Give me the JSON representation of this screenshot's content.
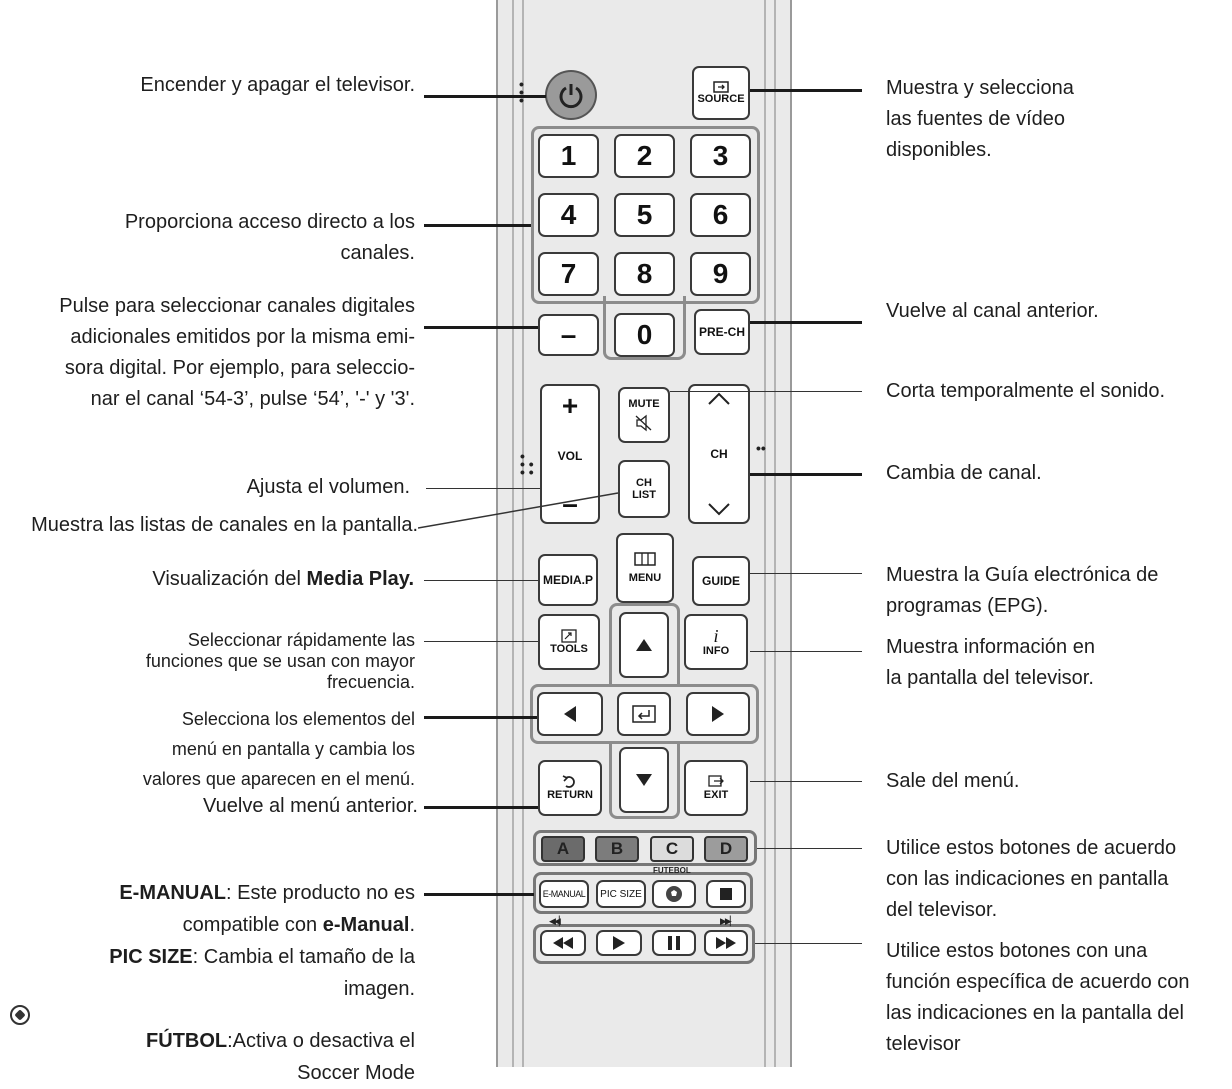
{
  "remote": {
    "source": "SOURCE",
    "digits": [
      "1",
      "2",
      "3",
      "4",
      "5",
      "6",
      "7",
      "8",
      "9",
      "0"
    ],
    "dash": "–",
    "prech": "PRE-CH",
    "mute": "MUTE",
    "vol": "VOL",
    "vol_plus": "+",
    "vol_minus": "–",
    "ch": "CH",
    "ch_list_1": "CH",
    "ch_list_2": "LIST",
    "media": "MEDIA.P",
    "menu": "MENU",
    "guide": "GUIDE",
    "tools": "TOOLS",
    "info": "INFO",
    "info_i": "i",
    "return": "RETURN",
    "exit": "EXIT",
    "colors": [
      {
        "label": "A",
        "fill": "#6b6b6b"
      },
      {
        "label": "B",
        "fill": "#7c7c7c"
      },
      {
        "label": "C",
        "fill": "#dcdcdc"
      },
      {
        "label": "D",
        "fill": "#9c9c9c"
      }
    ],
    "emanual": "E-MANUAL",
    "picsize": "PIC SIZE",
    "futebol": "FUTEBOL"
  },
  "left_labels": {
    "power": "Encender y apagar el televisor.",
    "digits": [
      "Proporciona acceso directo a los",
      "canales."
    ],
    "dash": [
      "Pulse para seleccionar canales digitales",
      "adicionales emitidos por la misma emi-",
      "sora digital. Por ejemplo, para seleccio-",
      "nar el canal ‘54-3’, pulse ‘54’, '-' y '3'."
    ],
    "vol": "Ajusta el volumen.",
    "chlist": "Muestra las listas de canales en la pantalla.",
    "media_prefix": "Visualización del",
    "media_name": "Media Play.",
    "tools": [
      "Seleccionar rápidamente las",
      "funciones que se usan con mayor",
      "frecuencia."
    ],
    "nav": [
      "Selecciona los elementos del",
      "menú en pantalla y cambia los",
      "valores que aparecen en el menú."
    ],
    "return": "Vuelve al menú anterior.",
    "emanual_name": "E-MANUAL",
    "emanual_text": ": Este producto no es",
    "emanual_line2_prefix": "compatible con",
    "emanual_line2_name": "e-Manual",
    "picsize_name": "PIC SIZE",
    "picsize_text": ": Cambia el tamaño de la",
    "picsize_line2": "imagen.",
    "futbol_name": "FÚTBOL",
    "futbol_text": ":Activa o desactiva el",
    "futbol_line2": "Soccer Mode"
  },
  "right_labels": {
    "source": [
      "Muestra y selecciona",
      "las fuentes de vídeo",
      "disponibles."
    ],
    "prech": "Vuelve al canal anterior.",
    "mute": "Corta temporalmente el sonido.",
    "ch": "Cambia de canal.",
    "guide": [
      "Muestra la Guía electrónica de",
      "programas (EPG)."
    ],
    "info": [
      "Muestra información en",
      "la pantalla del televisor."
    ],
    "exit": "Sale del menú.",
    "colors": [
      "Utilice estos botones de acuerdo",
      "con las indicaciones en pantalla",
      "del televisor."
    ],
    "playback": [
      "Utilice estos botones con una",
      "función específica de acuerdo con",
      "las indicaciones en la pantalla del",
      "televisor"
    ]
  }
}
